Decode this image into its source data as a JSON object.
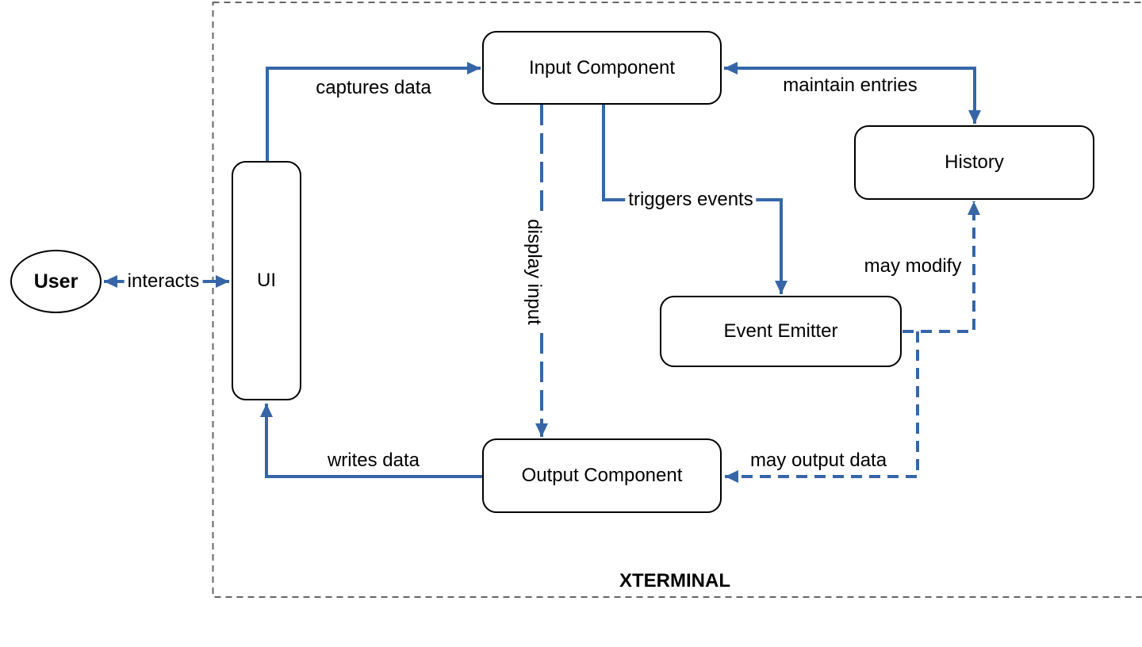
{
  "diagram": {
    "boundary_label": "XTERMINAL",
    "colors": {
      "edge": "#3666a8",
      "boundary": "#666666",
      "node_border": "#000000",
      "node_fill": "#ffffff",
      "text": "#000000",
      "canvas": "#ffffff"
    },
    "nodes": {
      "user": {
        "label": "User",
        "shape": "ellipse"
      },
      "ui": {
        "label": "UI",
        "shape": "rounded-rect"
      },
      "input_component": {
        "label": "Input Component",
        "shape": "rounded-rect"
      },
      "history": {
        "label": "History",
        "shape": "rounded-rect"
      },
      "event_emitter": {
        "label": "Event Emitter",
        "shape": "rounded-rect"
      },
      "output_component": {
        "label": "Output Component",
        "shape": "rounded-rect"
      }
    },
    "edges": {
      "interacts": {
        "label": "interacts",
        "from": "User",
        "to": "UI",
        "style": "solid",
        "arrows": "both"
      },
      "captures_data": {
        "label": "captures data",
        "from": "UI",
        "to": "Input Component",
        "style": "solid",
        "arrows": "end"
      },
      "maintain_entries": {
        "label": "maintain entries",
        "from": "Input Component",
        "to": "History",
        "style": "solid",
        "arrows": "both"
      },
      "display_input": {
        "label": "display input",
        "from": "Input Component",
        "to": "Output Component",
        "style": "dashed",
        "arrows": "end"
      },
      "triggers_events": {
        "label": "triggers events",
        "from": "Input Component",
        "to": "Event Emitter",
        "style": "solid",
        "arrows": "end"
      },
      "may_modify": {
        "label": "may modify",
        "from": "Event Emitter",
        "to": "History",
        "style": "dashed",
        "arrows": "end"
      },
      "may_output_data": {
        "label": "may output data",
        "from": "Event Emitter",
        "to": "Output Component",
        "style": "dashed",
        "arrows": "end"
      },
      "writes_data": {
        "label": "writes data",
        "from": "Output Component",
        "to": "UI",
        "style": "solid",
        "arrows": "end"
      }
    }
  }
}
